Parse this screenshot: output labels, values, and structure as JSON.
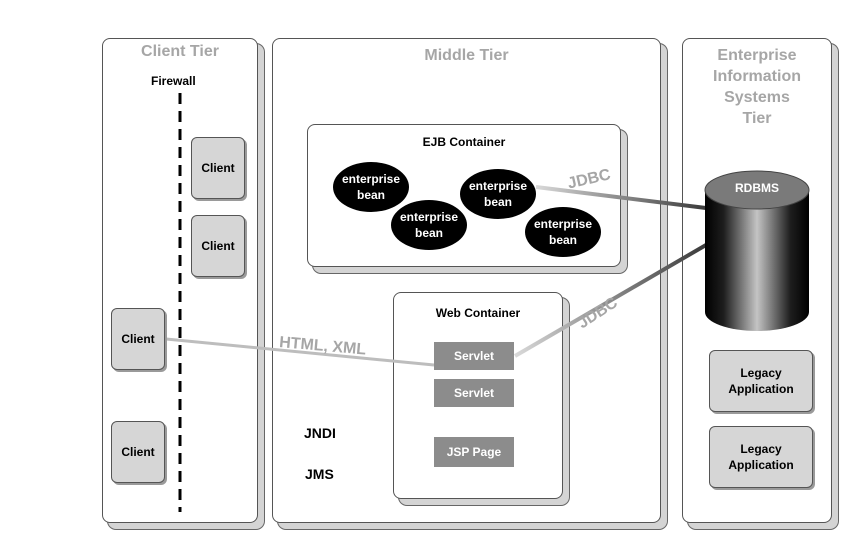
{
  "tiers": {
    "client": {
      "title": "Client Tier",
      "firewall_label": "Firewall"
    },
    "middle": {
      "title": "Middle Tier"
    },
    "eis": {
      "title": "Enterprise\nInformation\nSystems\nTier"
    }
  },
  "clients": [
    "Client",
    "Client",
    "Client",
    "Client"
  ],
  "ejb_container": {
    "title": "EJB Container",
    "beans": [
      "enterprise\nbean",
      "enterprise\nbean",
      "enterprise\nbean",
      "enterprise\nbean"
    ]
  },
  "web_container": {
    "title": "Web Container",
    "components": [
      "Servlet",
      "Servlet",
      "JSP Page"
    ]
  },
  "services": [
    "JNDI",
    "JMS"
  ],
  "connections": {
    "jdbc_1": "JDBC",
    "jdbc_2": "JDBC",
    "html_xml": "HTML, XML"
  },
  "rdbms": {
    "label": "RDBMS"
  },
  "legacy": [
    "Legacy\nApplication",
    "Legacy\nApplication"
  ]
}
